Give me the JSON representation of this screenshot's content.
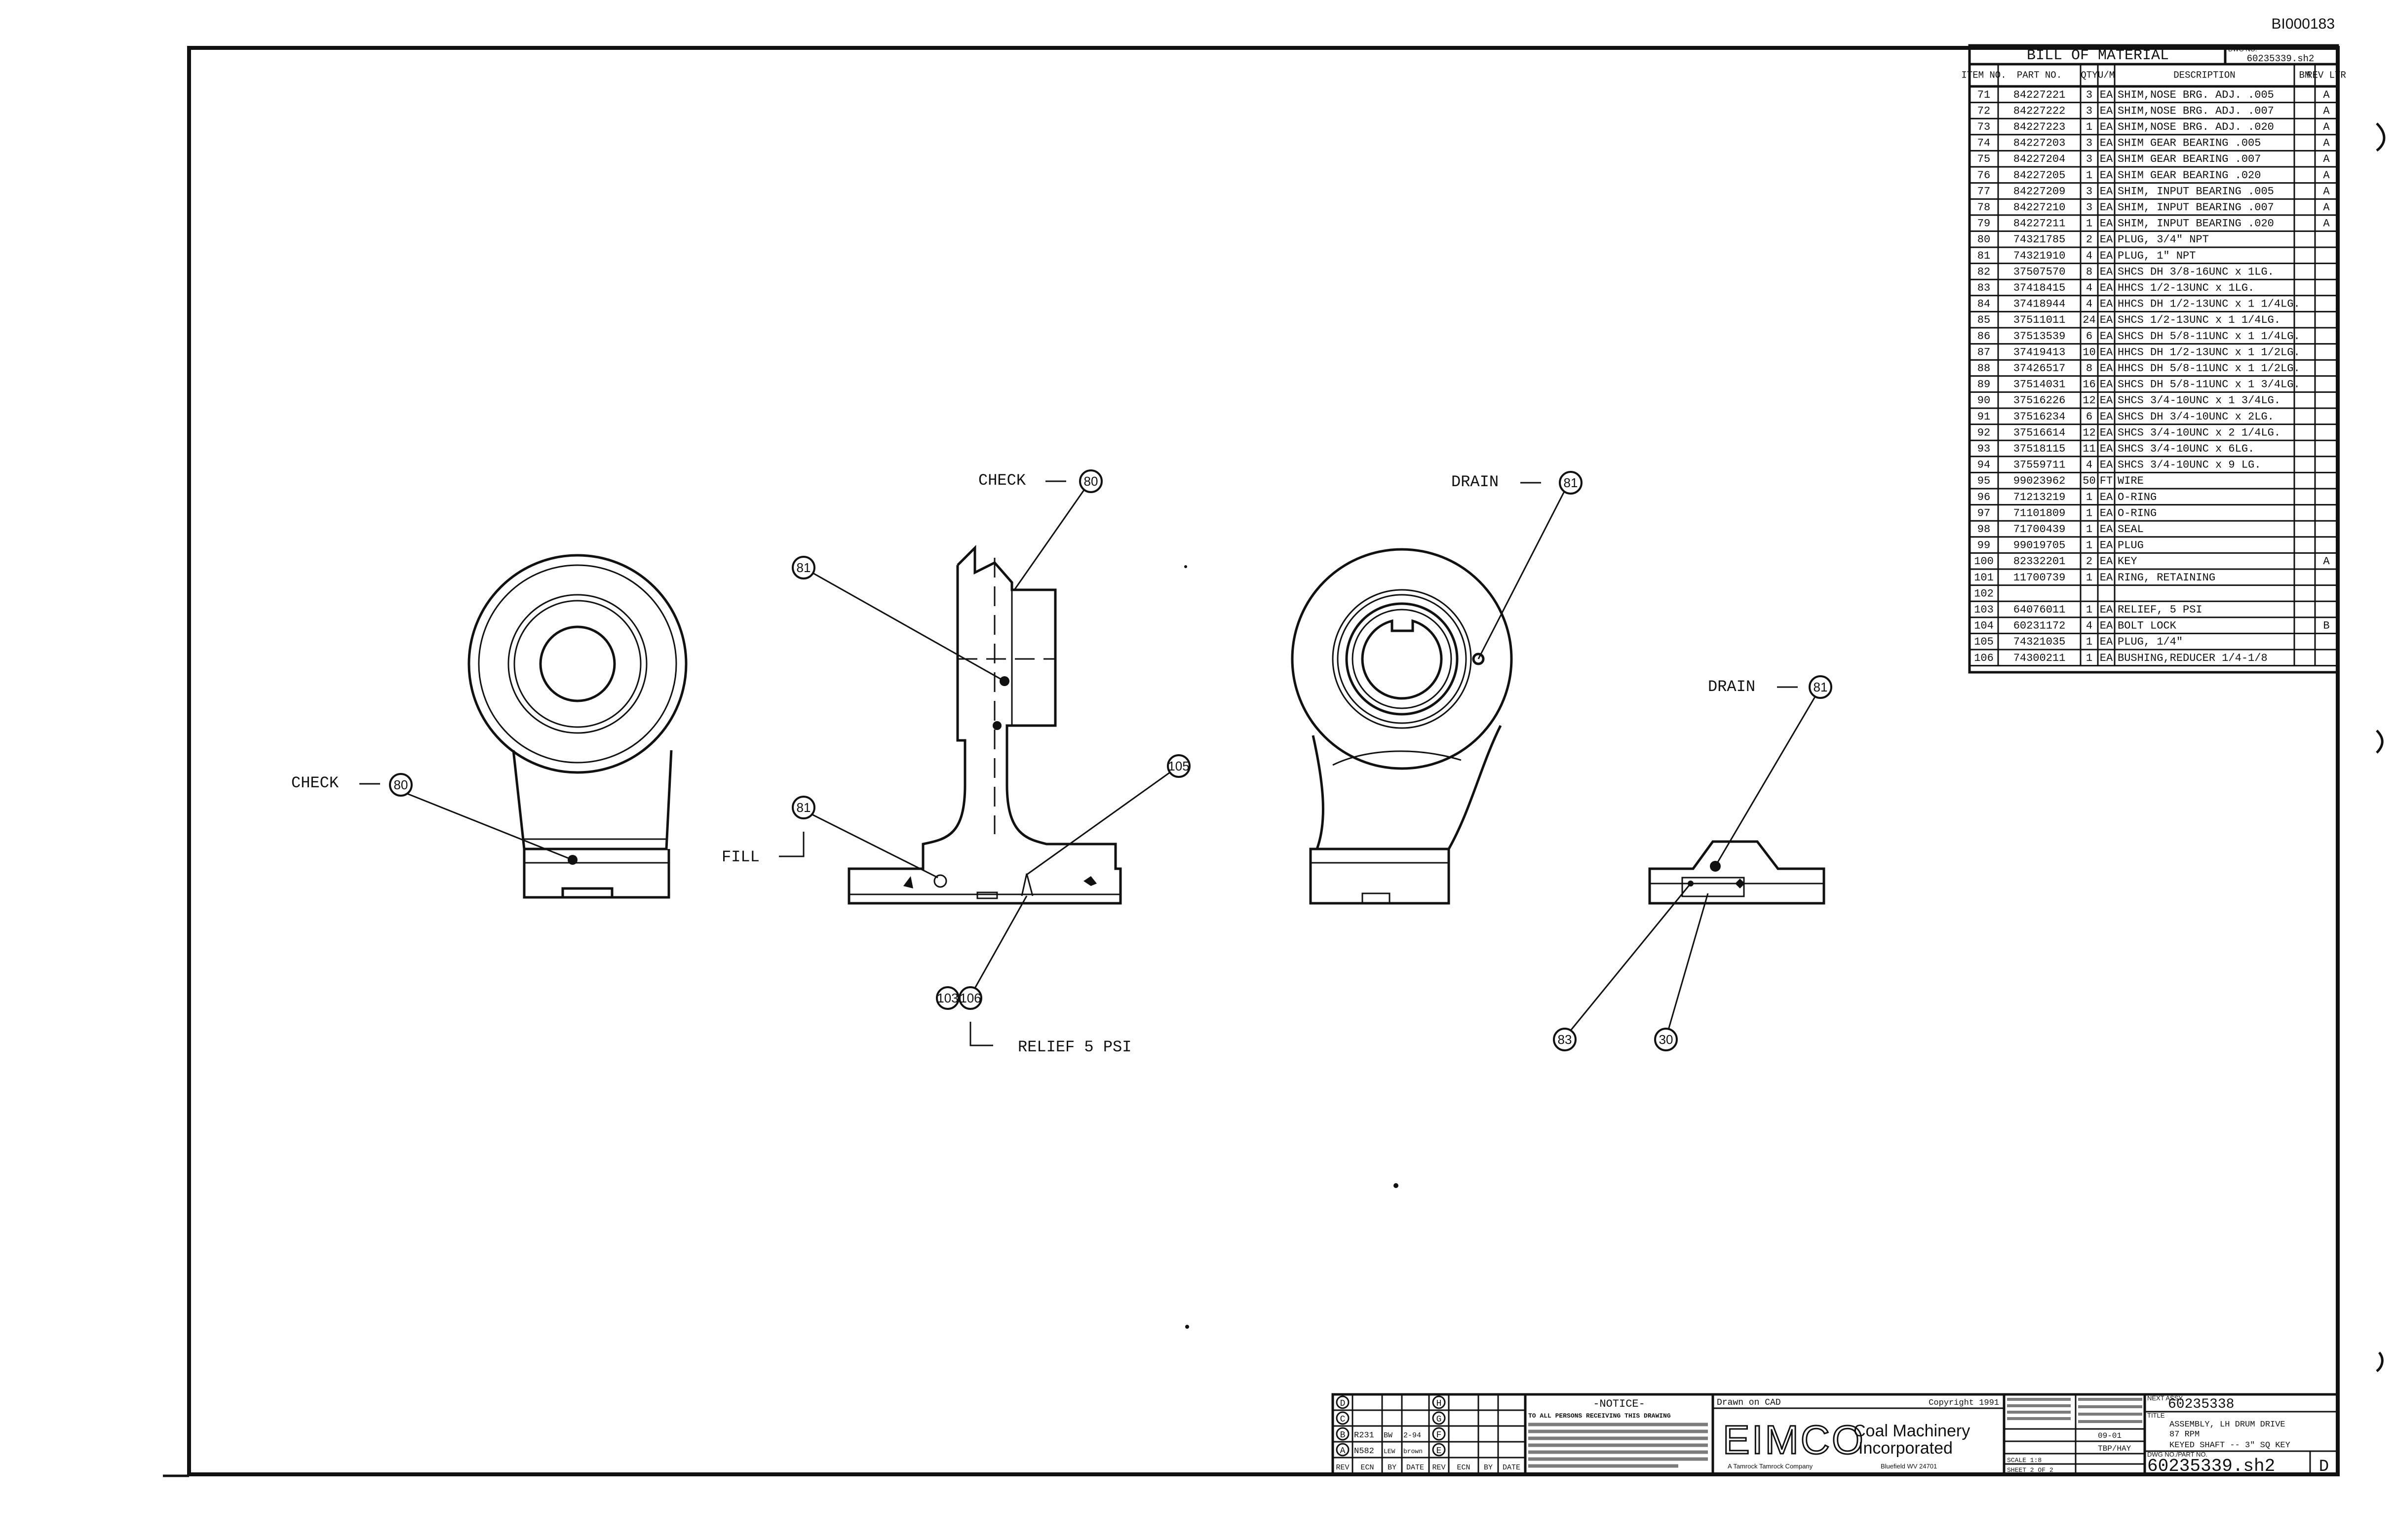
{
  "sheet": {
    "corner_id": "BI000183"
  },
  "bom": {
    "title": "BILL OF MATERIAL",
    "dwg_ref_label": "DWG NO.",
    "dwg_ref": "60235339.sh2",
    "headers": {
      "item": "ITEM NO.",
      "part": "PART NO.",
      "qty": "QTY",
      "um": "U/M",
      "desc": "DESCRIPTION",
      "bm": "BM",
      "rev": "REV LTR"
    },
    "rows": [
      {
        "item": "71",
        "part": "84227221",
        "qty": "3",
        "um": "EA",
        "desc": "SHIM,NOSE BRG. ADJ. .005",
        "bm": "",
        "rev": "A"
      },
      {
        "item": "72",
        "part": "84227222",
        "qty": "3",
        "um": "EA",
        "desc": "SHIM,NOSE BRG. ADJ. .007",
        "bm": "",
        "rev": "A"
      },
      {
        "item": "73",
        "part": "84227223",
        "qty": "1",
        "um": "EA",
        "desc": "SHIM,NOSE BRG. ADJ. .020",
        "bm": "",
        "rev": "A"
      },
      {
        "item": "74",
        "part": "84227203",
        "qty": "3",
        "um": "EA",
        "desc": "SHIM GEAR BEARING .005",
        "bm": "",
        "rev": "A"
      },
      {
        "item": "75",
        "part": "84227204",
        "qty": "3",
        "um": "EA",
        "desc": "SHIM GEAR BEARING .007",
        "bm": "",
        "rev": "A"
      },
      {
        "item": "76",
        "part": "84227205",
        "qty": "1",
        "um": "EA",
        "desc": "SHIM GEAR BEARING .020",
        "bm": "",
        "rev": "A"
      },
      {
        "item": "77",
        "part": "84227209",
        "qty": "3",
        "um": "EA",
        "desc": "SHIM, INPUT BEARING .005",
        "bm": "",
        "rev": "A"
      },
      {
        "item": "78",
        "part": "84227210",
        "qty": "3",
        "um": "EA",
        "desc": "SHIM, INPUT BEARING .007",
        "bm": "",
        "rev": "A"
      },
      {
        "item": "79",
        "part": "84227211",
        "qty": "1",
        "um": "EA",
        "desc": "SHIM, INPUT BEARING .020",
        "bm": "",
        "rev": "A"
      },
      {
        "item": "80",
        "part": "74321785",
        "qty": "2",
        "um": "EA",
        "desc": "PLUG, 3/4\" NPT",
        "bm": "",
        "rev": ""
      },
      {
        "item": "81",
        "part": "74321910",
        "qty": "4",
        "um": "EA",
        "desc": "PLUG, 1\" NPT",
        "bm": "",
        "rev": ""
      },
      {
        "item": "82",
        "part": "37507570",
        "qty": "8",
        "um": "EA",
        "desc": "SHCS DH 3/8-16UNC x 1LG.",
        "bm": "",
        "rev": ""
      },
      {
        "item": "83",
        "part": "37418415",
        "qty": "4",
        "um": "EA",
        "desc": "HHCS 1/2-13UNC x 1LG.",
        "bm": "",
        "rev": ""
      },
      {
        "item": "84",
        "part": "37418944",
        "qty": "4",
        "um": "EA",
        "desc": "HHCS DH 1/2-13UNC x 1 1/4LG.",
        "bm": "",
        "rev": ""
      },
      {
        "item": "85",
        "part": "37511011",
        "qty": "24",
        "um": "EA",
        "desc": "SHCS 1/2-13UNC x 1 1/4LG.",
        "bm": "",
        "rev": ""
      },
      {
        "item": "86",
        "part": "37513539",
        "qty": "6",
        "um": "EA",
        "desc": "SHCS DH 5/8-11UNC x 1 1/4LG.",
        "bm": "",
        "rev": ""
      },
      {
        "item": "87",
        "part": "37419413",
        "qty": "10",
        "um": "EA",
        "desc": "HHCS DH 1/2-13UNC x 1 1/2LG.",
        "bm": "",
        "rev": ""
      },
      {
        "item": "88",
        "part": "37426517",
        "qty": "8",
        "um": "EA",
        "desc": "HHCS DH 5/8-11UNC x 1 1/2LG.",
        "bm": "",
        "rev": ""
      },
      {
        "item": "89",
        "part": "37514031",
        "qty": "16",
        "um": "EA",
        "desc": "SHCS DH 5/8-11UNC x 1 3/4LG.",
        "bm": "",
        "rev": ""
      },
      {
        "item": "90",
        "part": "37516226",
        "qty": "12",
        "um": "EA",
        "desc": "SHCS 3/4-10UNC x 1 3/4LG.",
        "bm": "",
        "rev": ""
      },
      {
        "item": "91",
        "part": "37516234",
        "qty": "6",
        "um": "EA",
        "desc": "SHCS DH 3/4-10UNC x 2LG.",
        "bm": "",
        "rev": ""
      },
      {
        "item": "92",
        "part": "37516614",
        "qty": "12",
        "um": "EA",
        "desc": "SHCS 3/4-10UNC x 2 1/4LG.",
        "bm": "",
        "rev": ""
      },
      {
        "item": "93",
        "part": "37518115",
        "qty": "11",
        "um": "EA",
        "desc": "SHCS 3/4-10UNC x 6LG.",
        "bm": "",
        "rev": ""
      },
      {
        "item": "94",
        "part": "37559711",
        "qty": "4",
        "um": "EA",
        "desc": "SHCS 3/4-10UNC x 9 LG.",
        "bm": "",
        "rev": ""
      },
      {
        "item": "95",
        "part": "99023962",
        "qty": "50",
        "um": "FT",
        "desc": "WIRE",
        "bm": "",
        "rev": ""
      },
      {
        "item": "96",
        "part": "71213219",
        "qty": "1",
        "um": "EA",
        "desc": "O-RING",
        "bm": "",
        "rev": ""
      },
      {
        "item": "97",
        "part": "71101809",
        "qty": "1",
        "um": "EA",
        "desc": "O-RING",
        "bm": "",
        "rev": ""
      },
      {
        "item": "98",
        "part": "71700439",
        "qty": "1",
        "um": "EA",
        "desc": "SEAL",
        "bm": "",
        "rev": ""
      },
      {
        "item": "99",
        "part": "99019705",
        "qty": "1",
        "um": "EA",
        "desc": "PLUG",
        "bm": "",
        "rev": ""
      },
      {
        "item": "100",
        "part": "82332201",
        "qty": "2",
        "um": "EA",
        "desc": "KEY",
        "bm": "",
        "rev": "A"
      },
      {
        "item": "101",
        "part": "11700739",
        "qty": "1",
        "um": "EA",
        "desc": "RING, RETAINING",
        "bm": "",
        "rev": ""
      },
      {
        "item": "102",
        "part": "",
        "qty": "",
        "um": "",
        "desc": "",
        "bm": "",
        "rev": ""
      },
      {
        "item": "103",
        "part": "64076011",
        "qty": "1",
        "um": "EA",
        "desc": "RELIEF, 5 PSI",
        "bm": "",
        "rev": ""
      },
      {
        "item": "104",
        "part": "60231172",
        "qty": "4",
        "um": "EA",
        "desc": "BOLT LOCK",
        "bm": "",
        "rev": "B"
      },
      {
        "item": "105",
        "part": "74321035",
        "qty": "1",
        "um": "EA",
        "desc": "PLUG, 1/4\"",
        "bm": "",
        "rev": ""
      },
      {
        "item": "106",
        "part": "74300211",
        "qty": "1",
        "um": "EA",
        "desc": "BUSHING,REDUCER 1/4-1/8",
        "bm": "",
        "rev": ""
      }
    ]
  },
  "callouts": {
    "check_top": "CHECK",
    "drain_top": "DRAIN",
    "drain_right": "DRAIN",
    "check_left": "CHECK",
    "fill": "FILL",
    "relief": "RELIEF 5 PSI",
    "b80a": "80",
    "b80b": "80",
    "b81a": "81",
    "b81b": "81",
    "b81c": "81",
    "b81d": "81",
    "b105": "105",
    "b103": "103",
    "b106": "106",
    "b83": "83",
    "b30": "30"
  },
  "title_block": {
    "rev_letters": [
      "D",
      "C",
      "B",
      "A"
    ],
    "rev_letters_right": [
      "H",
      "G",
      "F",
      "E"
    ],
    "rev_b_ecn": "R231",
    "rev_b_by": "BW",
    "rev_b_date": "2-94",
    "rev_a_ecn": "N582",
    "rev_a_by": "LEW",
    "rev_a_date": "brown",
    "rev_col_headers": [
      "REV",
      "ECN",
      "BY",
      "DATE",
      "REV",
      "ECN",
      "BY",
      "DATE"
    ],
    "notice_title": "-NOTICE-",
    "notice_lead": "TO ALL PERSONS RECEIVING THIS DRAWING",
    "drawn_on": "Drawn on CAD",
    "copyright": "Copyright 1991",
    "logo": "EIMCO",
    "company_line1": "Coal Machinery",
    "company_line2": "Incorporated",
    "company_sub": "A Tamrock Tamrock Company",
    "company_addr": "Bluefield WV 24701",
    "next_assy_label": "NEXT ASSY.",
    "next_assy": "60235338",
    "title_label": "TITLE",
    "title_line1": "ASSEMBLY, LH DRUM DRIVE",
    "title_line2": "87 RPM",
    "title_line3": "KEYED SHAFT -- 3\" SQ KEY",
    "dwg_no_label": "DWG NO./PART NO.",
    "dwg_no": "60235339.sh2",
    "rev": "D",
    "mid_label1": "SCALE 1:8",
    "mid_label2": "SHEET 2 OF 2",
    "mid_date": "09-01",
    "mid_by": "TBP/HAY"
  }
}
